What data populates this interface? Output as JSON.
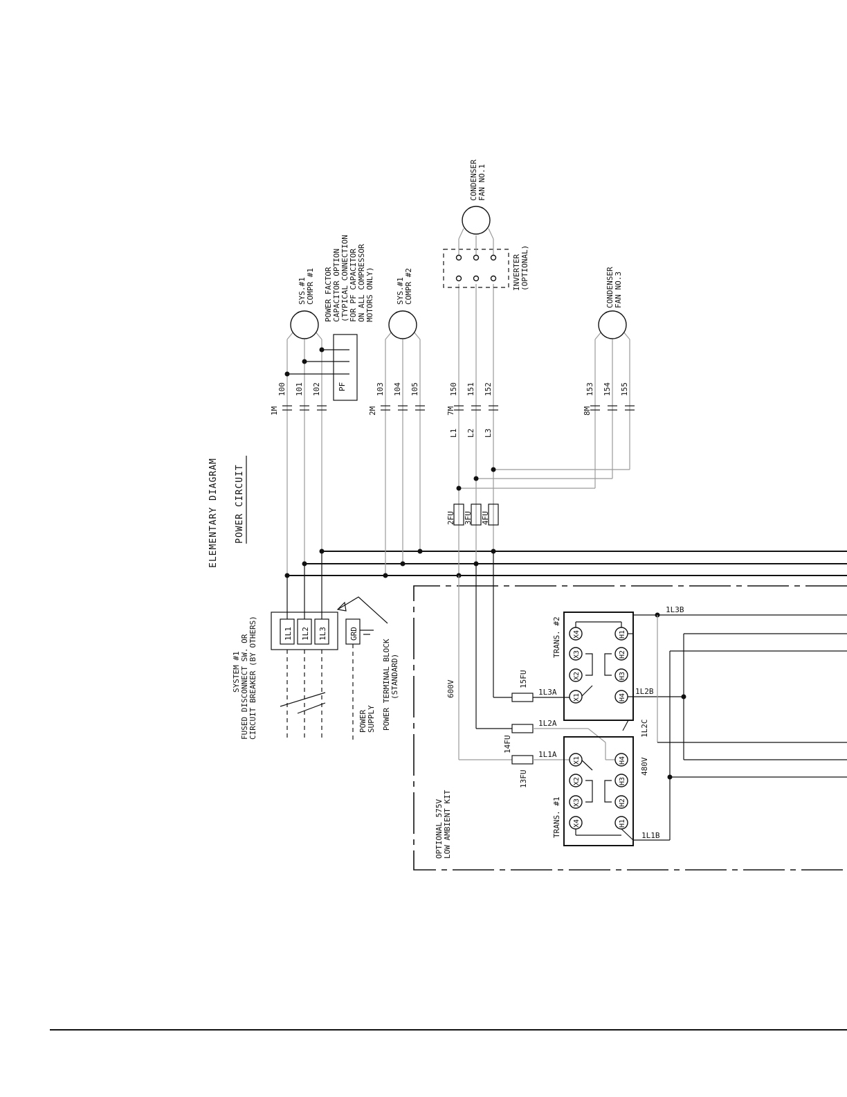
{
  "title": "ELEMENTARY DIAGRAM",
  "subtitle": "POWER CIRCUIT",
  "left_block": {
    "disconnect": [
      "SYSTEM #1",
      "FUSED DISCONNECT SW. OR",
      "CIRCUIT BREAKER (BY OTHERS)"
    ],
    "supply": [
      "POWER",
      "SUPPLY"
    ],
    "terminal_block": [
      "POWER TERMINAL BLOCK",
      "(STANDARD)"
    ],
    "terminals": [
      "1L1",
      "1L2",
      "1L3",
      "GRD"
    ]
  },
  "compressors": {
    "c1": [
      "SYS.#1",
      "COMPR #1"
    ],
    "c2": [
      "SYS.#1",
      "COMPR #2"
    ],
    "pf_note": [
      "POWER FACTOR",
      "CAPACITOR OPTION",
      "(TYPICAL CONNECTION",
      "FOR PF CAPACITOR",
      "ON ALL COMPRESSOR",
      "MOTORS ONLY)"
    ],
    "pf_label": "PF"
  },
  "fans": {
    "f1": [
      "CONDENSER",
      "FAN NO.1"
    ],
    "f3": [
      "CONDENSER",
      "FAN NO.3"
    ],
    "inverter": [
      "INVERTER",
      "(OPTIONAL)"
    ]
  },
  "contactors": {
    "groups": [
      "1M",
      "2M",
      "7M",
      "8M"
    ],
    "wires": [
      "100",
      "101",
      "102",
      "103",
      "104",
      "105",
      "150",
      "151",
      "152",
      "153",
      "154",
      "155"
    ],
    "phases": [
      "L1",
      "L2",
      "L3"
    ],
    "fuses": [
      "2FU",
      "3FU",
      "4FU"
    ]
  },
  "kit": {
    "title": [
      "OPTIONAL 575V",
      "LOW AMBIENT KIT"
    ],
    "v600": "600V",
    "v480": "480V",
    "trans1": "TRANS. #1",
    "trans2": "TRANS. #2",
    "fuses": [
      "13FU",
      "14FU",
      "15FU"
    ],
    "wires": [
      "1L1A",
      "1L2A",
      "1L3A",
      "1L2B",
      "1L2C",
      "1L3B",
      "1L1B"
    ],
    "x_terms": [
      "X1",
      "X2",
      "X3",
      "X4"
    ],
    "h_terms": [
      "H1",
      "H2",
      "H3",
      "H4"
    ]
  }
}
